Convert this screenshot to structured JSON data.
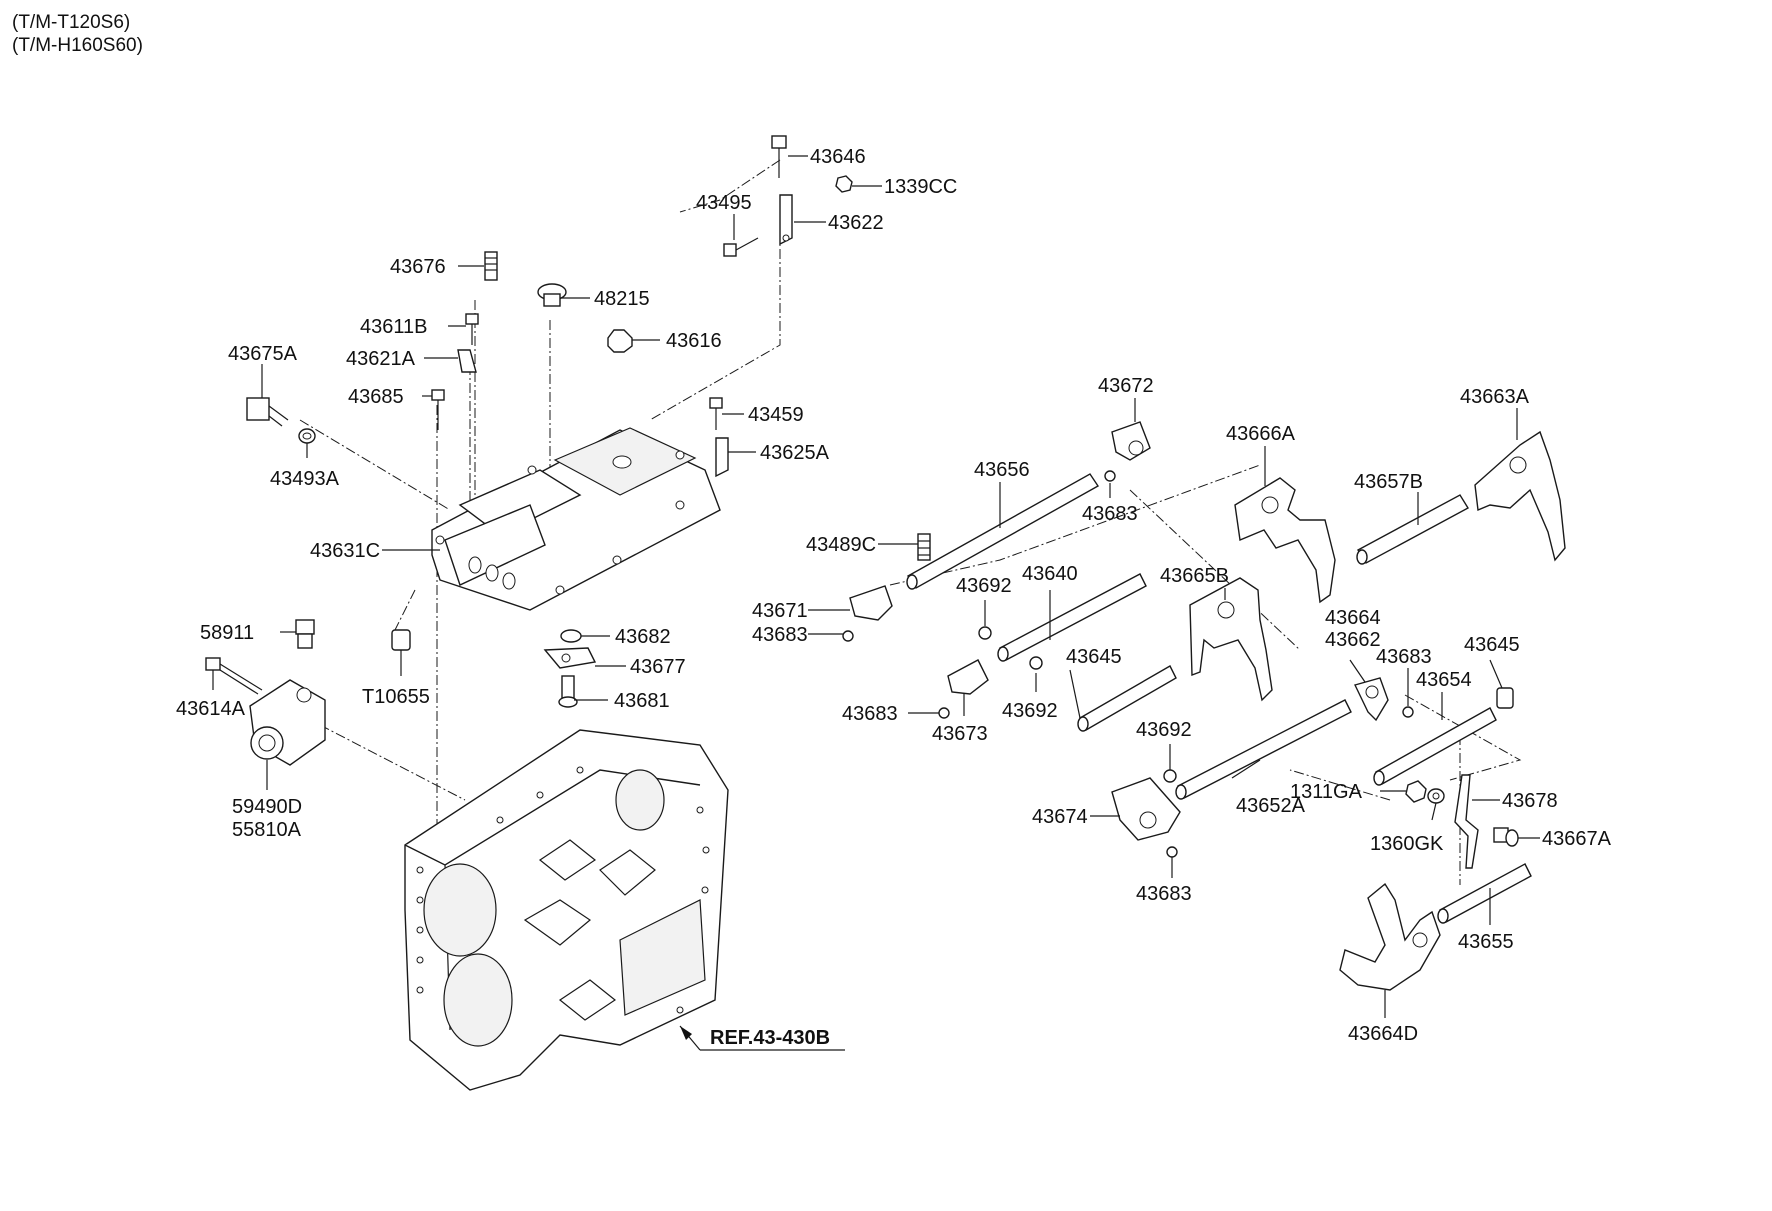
{
  "header": {
    "model_line_1": "(T/M-T120S6)",
    "model_line_2": "(T/M-H160S60)"
  },
  "reference": "REF.43-430B",
  "callouts": {
    "p43646": "43646",
    "p1339CC": "1339CC",
    "p43495": "43495",
    "p43622": "43622",
    "p43676": "43676",
    "p48215": "48215",
    "p43611B": "43611B",
    "p43616": "43616",
    "p43675A": "43675A",
    "p43621A": "43621A",
    "p43685": "43685",
    "p43459": "43459",
    "p43625A": "43625A",
    "p43493A": "43493A",
    "p43631C": "43631C",
    "p58911": "58911",
    "p43682": "43682",
    "p43677": "43677",
    "p43614A": "43614A",
    "pT10655": "T10655",
    "p43681": "43681",
    "p59490D": "59490D",
    "p55810A": "55810A",
    "p43672": "43672",
    "p43663A": "43663A",
    "p43666A": "43666A",
    "p43656": "43656",
    "p43657B": "43657B",
    "p43683a": "43683",
    "p43489C": "43489C",
    "p43640": "43640",
    "p43692a": "43692",
    "p43665B": "43665B",
    "p43671": "43671",
    "p43683b": "43683",
    "p43664": "43664",
    "p43662": "43662",
    "p43683c": "43683",
    "p43645a": "43645",
    "p43645b": "43645",
    "p43654": "43654",
    "p43683d": "43683",
    "p43673": "43673",
    "p43692b": "43692",
    "p43692c": "43692",
    "p1311GA": "1311GA",
    "p43678": "43678",
    "p43674": "43674",
    "p43652A": "43652A",
    "p1360GK": "1360GK",
    "p43667A": "43667A",
    "p43683e": "43683",
    "p43655": "43655",
    "p43664D": "43664D"
  }
}
